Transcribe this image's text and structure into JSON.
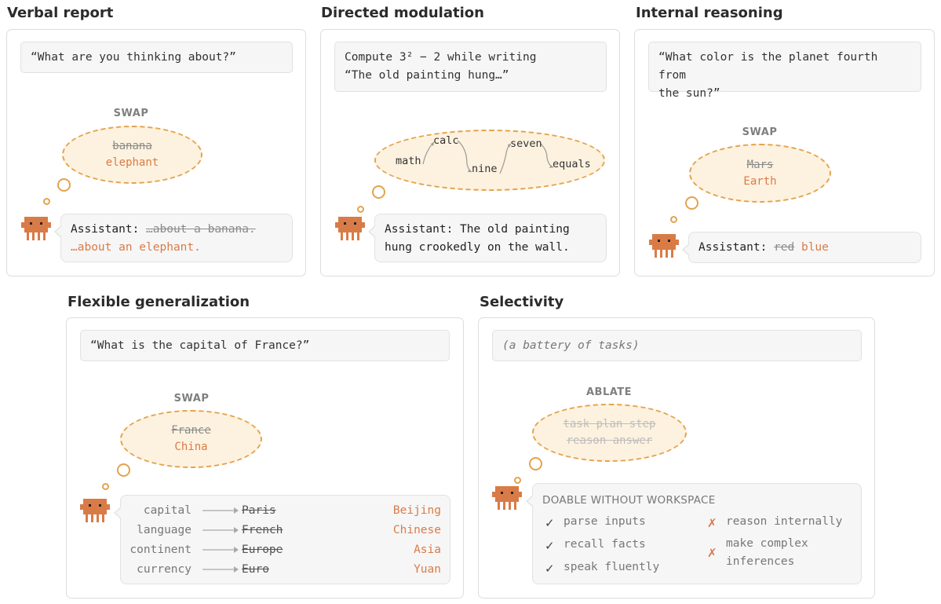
{
  "panels": {
    "verbal_report": {
      "title": "Verbal report",
      "prompt": "“What are you thinking about?”",
      "op_label": "SWAP",
      "old_concept": "banana",
      "new_concept": "elephant",
      "reply_prefix": "Assistant: ",
      "reply_old": "…about a banana.",
      "reply_new": "…about an elephant."
    },
    "directed_modulation": {
      "title": "Directed modulation",
      "prompt_line1": "Compute 3² − 2 while writing",
      "prompt_line2": "“The old painting hung…”",
      "thought_words": [
        "math",
        "calc",
        "nine",
        "seven",
        "equals"
      ],
      "reply_line1": "Assistant: The old painting",
      "reply_line2": "hung crookedly on the wall."
    },
    "internal_reasoning": {
      "title": "Internal reasoning",
      "prompt_line1": "“What color is the planet fourth from",
      "prompt_line2": "the sun?”",
      "op_label": "SWAP",
      "old_concept": "Mars",
      "new_concept": "Earth",
      "reply_prefix": "Assistant: ",
      "reply_old": "red",
      "reply_new": "blue"
    },
    "flexible_generalization": {
      "title": "Flexible generalization",
      "prompt": "“What is the capital of France?”",
      "op_label": "SWAP",
      "old_concept": "France",
      "new_concept": "China",
      "rows": [
        {
          "key": "capital",
          "old": "Paris",
          "new": "Beijing"
        },
        {
          "key": "language",
          "old": "French",
          "new": "Chinese"
        },
        {
          "key": "continent",
          "old": "Europe",
          "new": "Asia"
        },
        {
          "key": "currency",
          "old": "Euro",
          "new": "Yuan"
        }
      ]
    },
    "selectivity": {
      "title": "Selectivity",
      "prompt": "(a battery of tasks)",
      "op_label": "ABLATE",
      "ablated_line1": "task plan step",
      "ablated_line2": "reason answer",
      "box_heading": "DOABLE WITHOUT WORKSPACE",
      "can_do": [
        "parse inputs",
        "recall facts",
        "speak fluently"
      ],
      "cannot_do_line1": "reason internally",
      "cannot_do_line2a": "make complex",
      "cannot_do_line2b": "inferences",
      "check_symbol": "✓",
      "cross_symbol": "✗"
    }
  },
  "colors": {
    "accent": "#d97b47",
    "bubble_fill": "#fdf2df",
    "bubble_border": "#e3a34f",
    "robot": "#d97b47"
  }
}
